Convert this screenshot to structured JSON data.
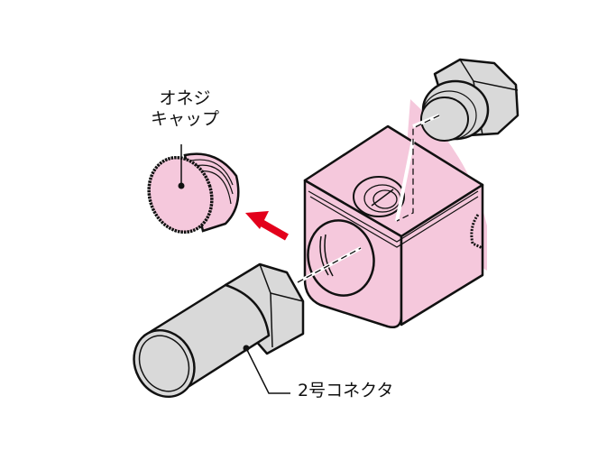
{
  "diagram": {
    "type": "exploded assembly illustration",
    "colors": {
      "box_pink": "#f5c8dc",
      "metal_gray": "#d9d9d9",
      "arrow_red": "#e3001b",
      "outline": "#111111",
      "background": "#ffffff"
    },
    "labels": {
      "cap_line1": "オネジ",
      "cap_line2": "キャップ",
      "connector": "2号コネクタ"
    },
    "parts": [
      {
        "id": "threaded-cap",
        "label": "オネジキャップ",
        "color": "pink"
      },
      {
        "id": "no2-connector",
        "label": "2号コネクタ",
        "color": "gray"
      },
      {
        "id": "junction-box",
        "label": "",
        "color": "pink"
      },
      {
        "id": "hex-plug",
        "label": "",
        "color": "gray"
      }
    ],
    "arrow": {
      "direction": "up-left",
      "meaning": "remove cap from box"
    }
  }
}
